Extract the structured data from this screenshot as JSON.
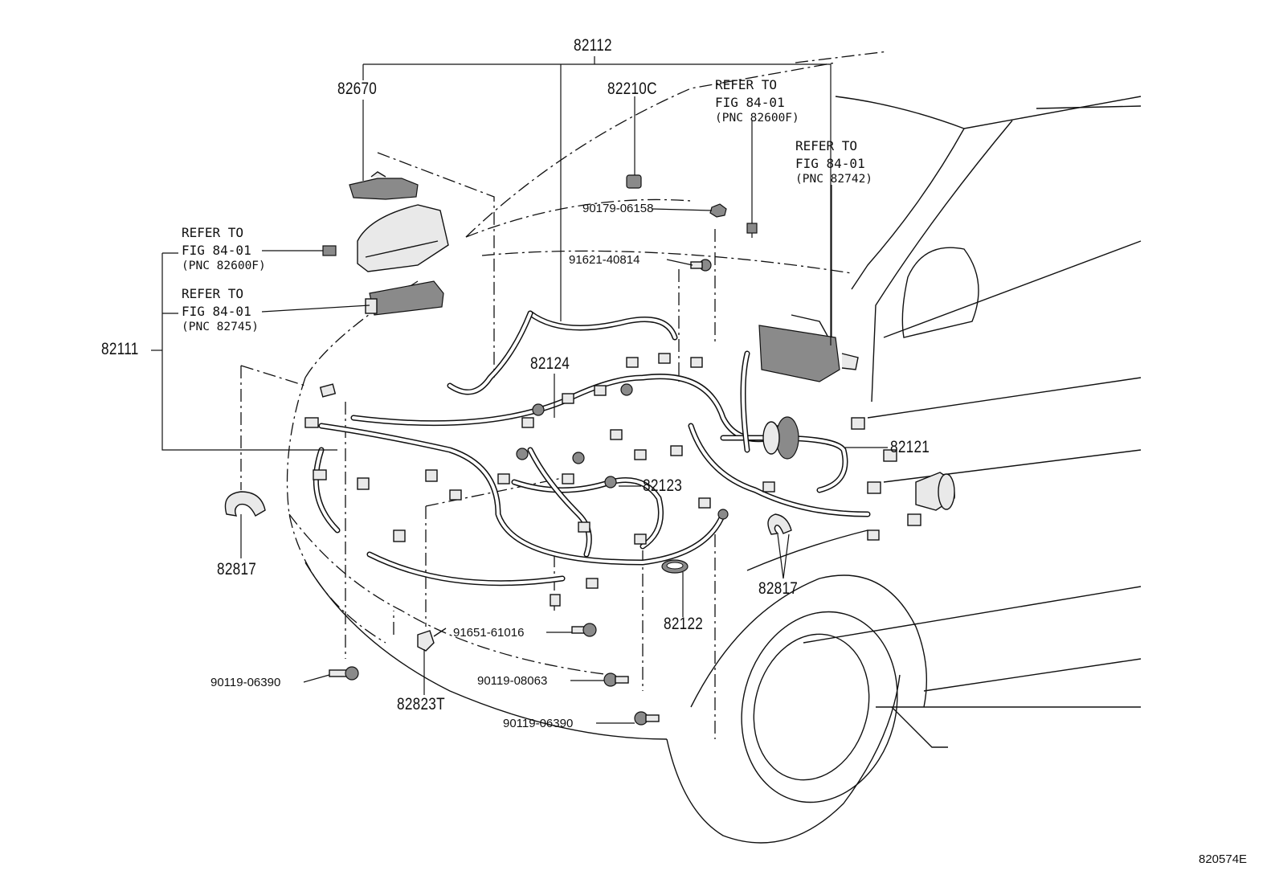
{
  "callouts": {
    "harness_main_82112": "82112",
    "fuse_block_82670": "82670",
    "clip_82210C": "82210C",
    "harness_82111": "82111",
    "harness_82124": "82124",
    "harness_82121": "82121",
    "harness_82123": "82123",
    "harness_82122": "82122",
    "clamp_left_82817": "82817",
    "clamp_right_82817": "82817",
    "bracket_82823T": "82823T"
  },
  "refers": [
    {
      "line1": "REFER TO",
      "line2": "FIG 84-01",
      "line3": "(PNC 82600F)"
    },
    {
      "line1": "REFER TO",
      "line2": "FIG 84-01",
      "line3": "(PNC 82742)"
    },
    {
      "line1": "REFER TO",
      "line2": "FIG 84-01",
      "line3": "(PNC 82600F)"
    },
    {
      "line1": "REFER TO",
      "line2": "FIG 84-01",
      "line3": "(PNC 82745)"
    }
  ],
  "fasteners": {
    "nut_90179": "90179-06158",
    "bolt_91621": "91621-40814",
    "bolt_91651": "91651-61016",
    "bolt_90119_08063": "90119-08063",
    "bolt_90119_06390_left": "90119-06390",
    "bolt_90119_06390_bottom": "90119-06390"
  },
  "figure_code": "820574E"
}
